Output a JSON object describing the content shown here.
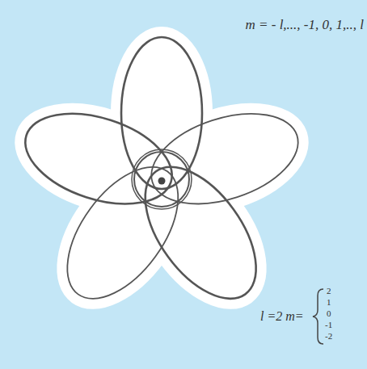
{
  "diagram": {
    "labels": [
      "m = - l,..., -1, 0, 1,.., l",
      "l =2 m=",
      "2",
      "1",
      "0",
      "-1",
      "-2"
    ]
  }
}
